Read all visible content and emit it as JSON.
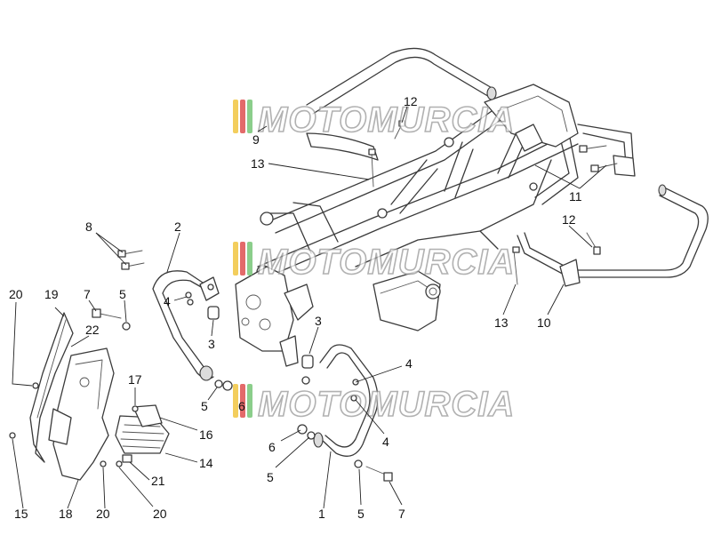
{
  "watermark": {
    "text": "MOTOMURCIA",
    "stripe_colors": [
      "#f2c94c",
      "#e05a5a",
      "#7fc97f"
    ]
  },
  "callouts": [
    {
      "id": "c-12a",
      "label": "12"
    },
    {
      "id": "c-9",
      "label": "9"
    },
    {
      "id": "c-13a",
      "label": "13"
    },
    {
      "id": "c-11",
      "label": "11"
    },
    {
      "id": "c-12b",
      "label": "12"
    },
    {
      "id": "c-13b",
      "label": "13"
    },
    {
      "id": "c-10",
      "label": "10"
    },
    {
      "id": "c-8",
      "label": "8"
    },
    {
      "id": "c-2",
      "label": "2"
    },
    {
      "id": "c-4a",
      "label": "4"
    },
    {
      "id": "c-3a",
      "label": "3"
    },
    {
      "id": "c-3b",
      "label": "3"
    },
    {
      "id": "c-20a",
      "label": "20"
    },
    {
      "id": "c-19",
      "label": "19"
    },
    {
      "id": "c-7a",
      "label": "7"
    },
    {
      "id": "c-5a",
      "label": "5"
    },
    {
      "id": "c-22",
      "label": "22"
    },
    {
      "id": "c-17",
      "label": "17"
    },
    {
      "id": "c-5b",
      "label": "5"
    },
    {
      "id": "c-6a",
      "label": "6"
    },
    {
      "id": "c-16",
      "label": "16"
    },
    {
      "id": "c-4b",
      "label": "4"
    },
    {
      "id": "c-4c",
      "label": "4"
    },
    {
      "id": "c-6b",
      "label": "6"
    },
    {
      "id": "c-5c",
      "label": "5"
    },
    {
      "id": "c-14",
      "label": "14"
    },
    {
      "id": "c-21",
      "label": "21"
    },
    {
      "id": "c-15",
      "label": "15"
    },
    {
      "id": "c-18",
      "label": "18"
    },
    {
      "id": "c-20b",
      "label": "20"
    },
    {
      "id": "c-20c",
      "label": "20"
    },
    {
      "id": "c-1",
      "label": "1"
    },
    {
      "id": "c-5d",
      "label": "5"
    },
    {
      "id": "c-7b",
      "label": "7"
    }
  ]
}
